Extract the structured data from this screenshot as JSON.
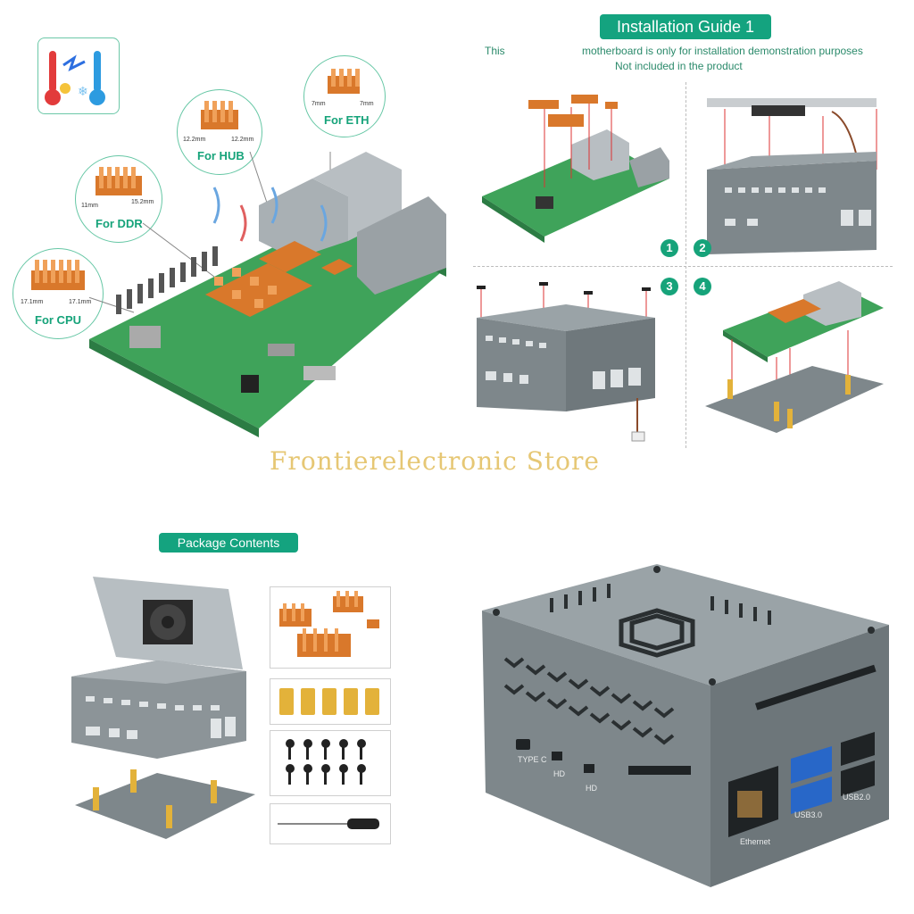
{
  "install": {
    "title": "Installation Guide 1",
    "note_lead": "This",
    "note_line1": "motherboard is only for installation demonstration purposes",
    "note_line2": "Not included in the product",
    "steps": [
      "1",
      "2",
      "3",
      "4"
    ]
  },
  "heatsinks": {
    "eth_label": "For ETH",
    "hub_label": "For HUB",
    "ddr_label": "For DDR",
    "cpu_label": "For CPU",
    "eth_dim_a": "7mm",
    "eth_dim_b": "7mm",
    "hub_dim_a": "12.2mm",
    "hub_dim_b": "12.2mm",
    "ddr_dim_a": "11mm",
    "ddr_dim_b": "15.2mm",
    "cpu_dim_a": "17.1mm",
    "cpu_dim_b": "17.1mm"
  },
  "package": {
    "title": "Package Contents"
  },
  "case_ports": {
    "typec": "TYPE C",
    "hd1": "HD",
    "hd2": "HD",
    "ethernet": "Ethernet",
    "usb3": "USB3.0",
    "usb2": "USB2.0"
  },
  "watermark": "Frontierelectronic Store",
  "colors": {
    "accent_green": "#14a37f",
    "case_gray": "#8a9296",
    "copper": "#e08a3c",
    "pcb_green": "#3fa35a"
  }
}
